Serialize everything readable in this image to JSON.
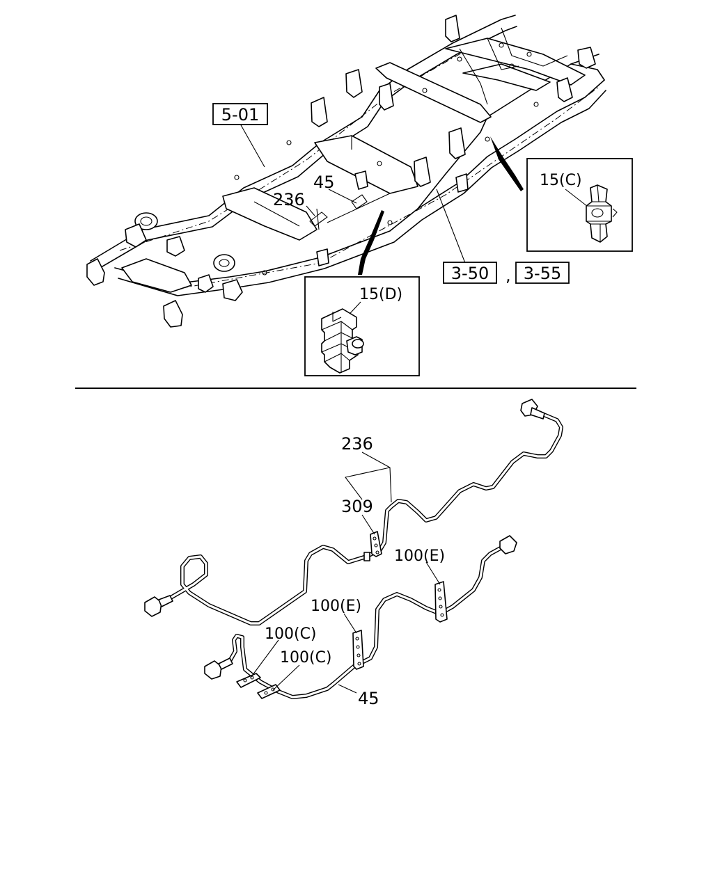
{
  "references": {
    "frame": "5-01",
    "ref_a": "3-50",
    "ref_sep": ",",
    "ref_b": "3-55"
  },
  "top_callouts": {
    "pipe_236": "236",
    "pipe_45": "45"
  },
  "detail_c": {
    "label": "15(C)"
  },
  "detail_d": {
    "label": "15(D)"
  },
  "bottom_callouts": {
    "pipe_236": "236",
    "clip_309": "309",
    "clip_100e_upper": "100(E)",
    "clip_100e_lower": "100(E)",
    "clip_100c_upper": "100(C)",
    "clip_100c_lower": "100(C)",
    "pipe_45": "45"
  }
}
